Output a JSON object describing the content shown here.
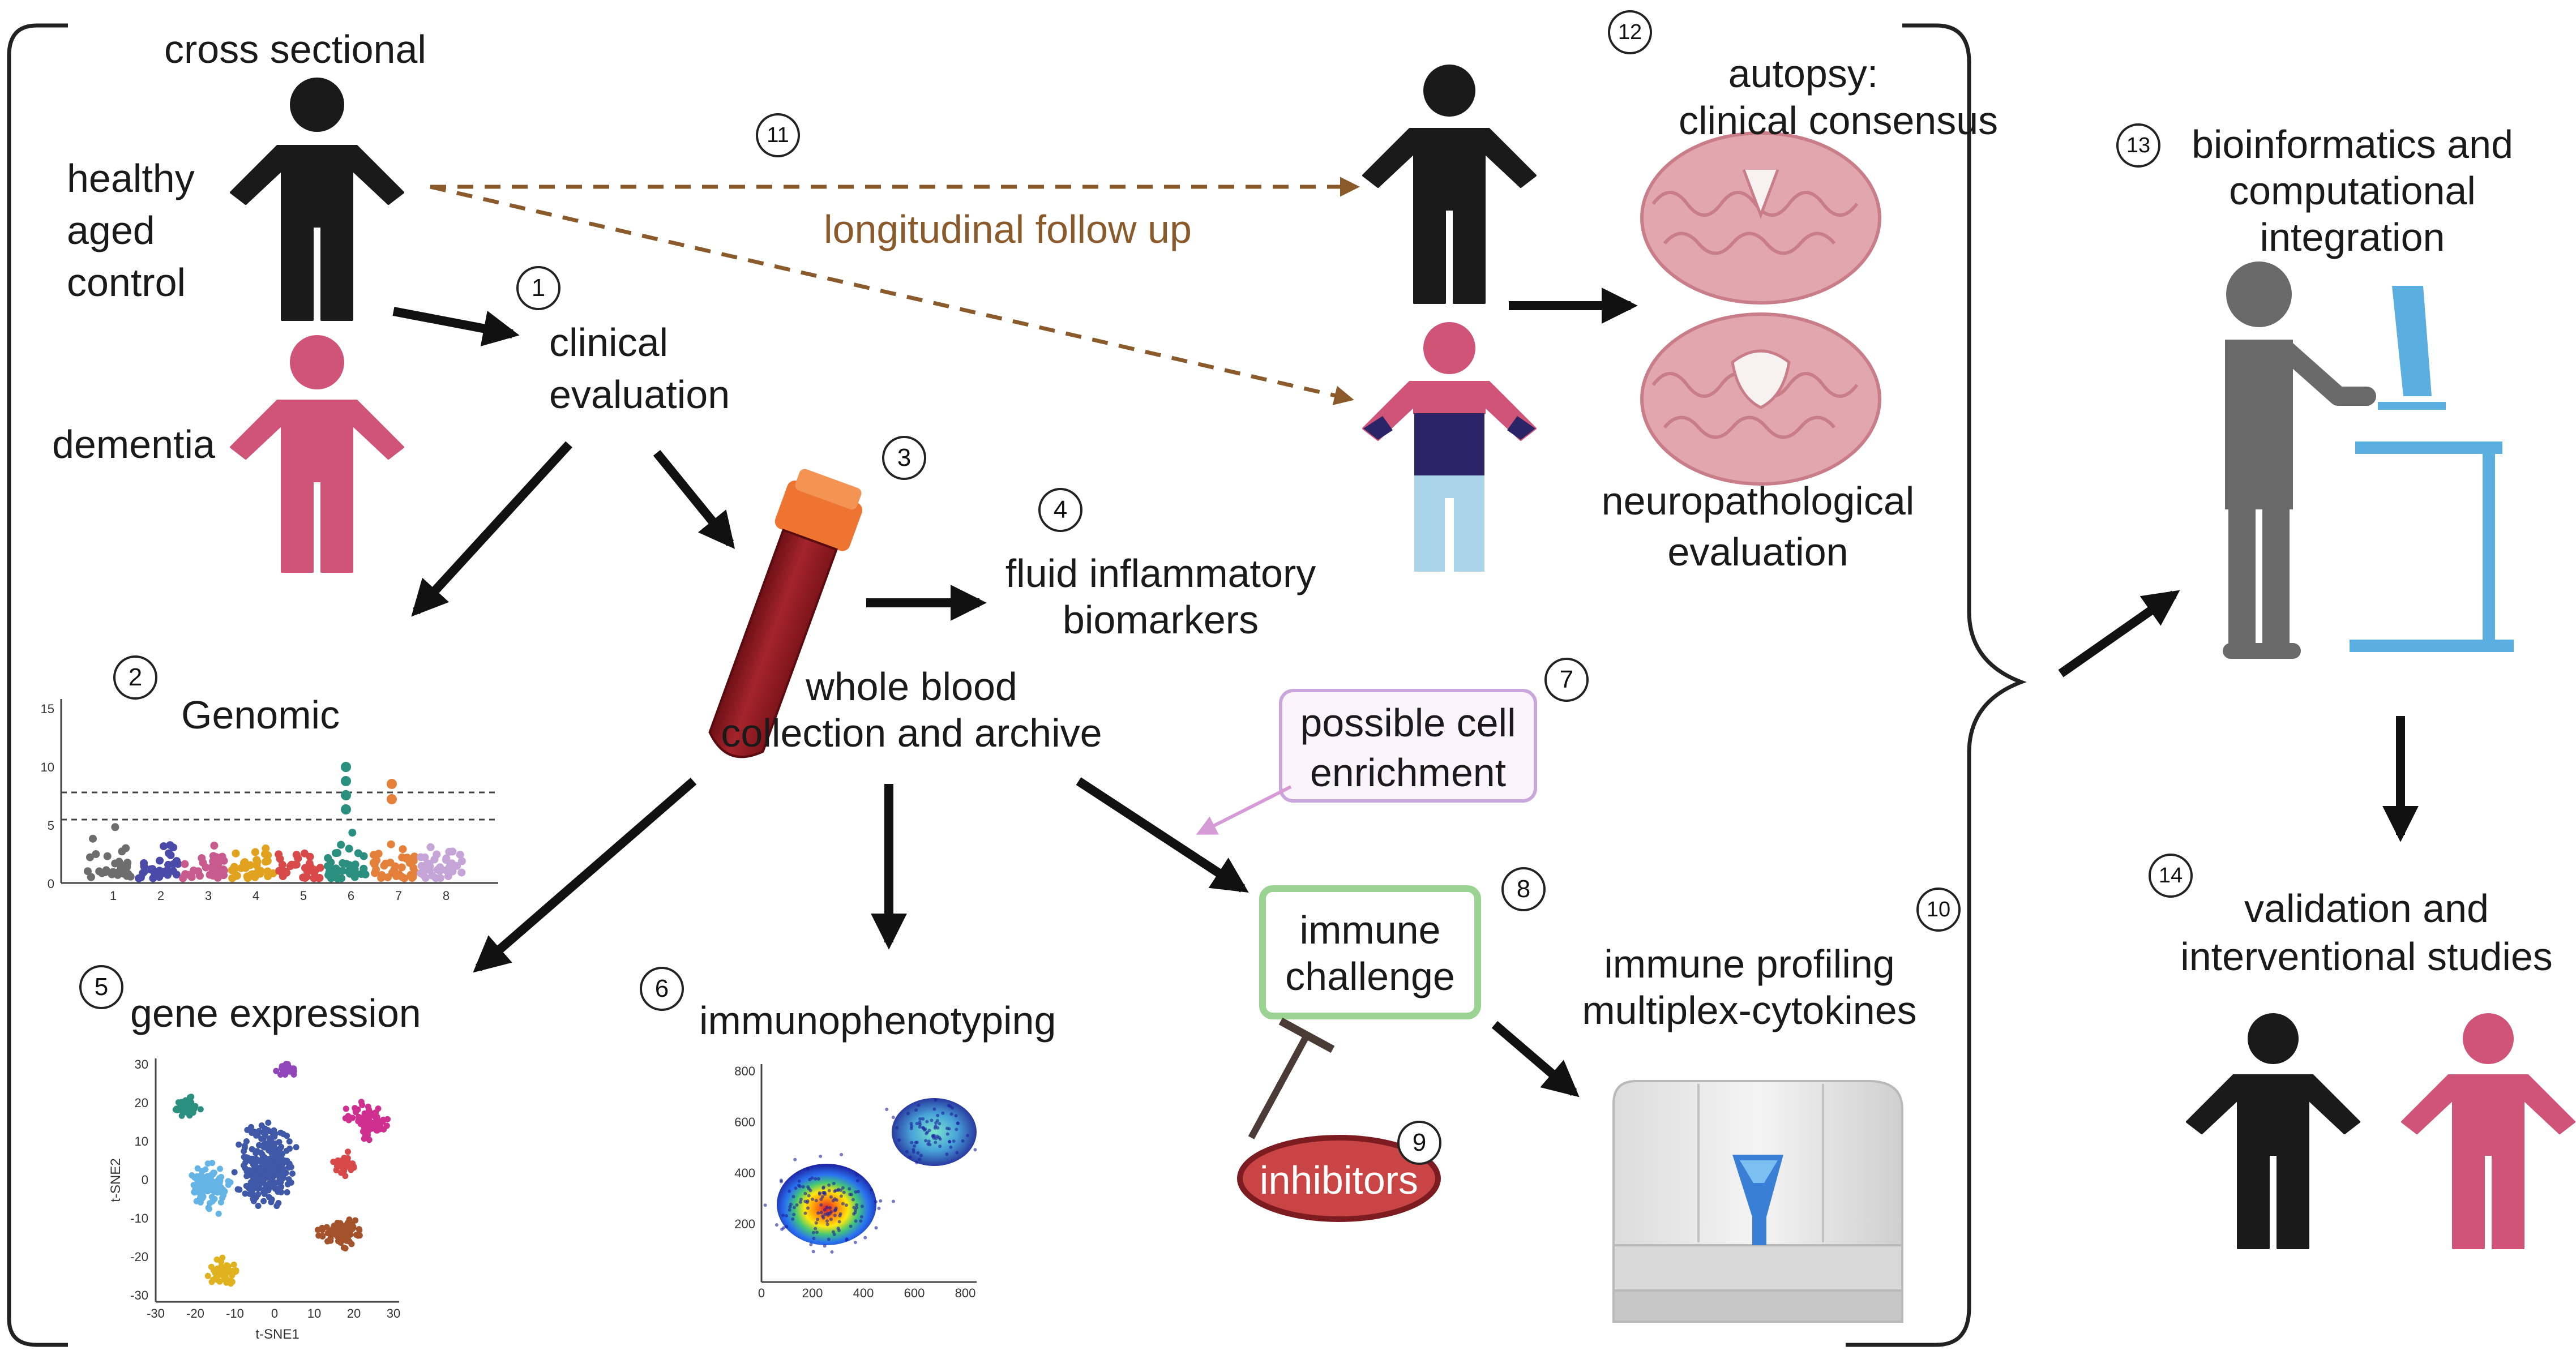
{
  "colors": {
    "control": "#1a1a1a",
    "dementia": "#cf5478",
    "longitudinal": "#8b5a2b",
    "accent_blue": "#5aaee0",
    "navy": "#2b2466",
    "light_blue": "#a9d4ea",
    "brain": "#e2a7ae",
    "tube": "#8e1c22",
    "tube_cap": "#ee7431",
    "inhibitor": "#c84445",
    "immune_box": "#9bd393",
    "enrichment_box": "#c9a6dc",
    "gray_person": "#6a6a6a"
  },
  "labels": {
    "cross_sectional": "cross sectional",
    "healthy": "healthy",
    "aged": "aged",
    "control": "control",
    "dementia": "dementia",
    "clinical_evaluation_1": "clinical",
    "clinical_evaluation_2": "evaluation",
    "longitudinal": "longitudinal follow up",
    "autopsy_1": "autopsy:",
    "autopsy_2": "clinical consensus",
    "neuropath_1": "neuropathological",
    "neuropath_2": "evaluation",
    "bioinfo_1": "bioinformatics and",
    "bioinfo_2": "computational",
    "bioinfo_3": "integration",
    "whole_blood_1": "whole blood",
    "whole_blood_2": "collection and archive",
    "fluid_1": "fluid inflammatory",
    "fluid_2": "biomarkers",
    "genomic": "Genomic",
    "possible_1": "possible cell",
    "possible_2": "enrichment",
    "immune_challenge_1": "immune",
    "immune_challenge_2": "challenge",
    "immune_profiling_1": "immune profiling",
    "immune_profiling_2": "multiplex-cytokines",
    "validation_1": "validation and",
    "validation_2": "interventional studies",
    "gene_expression": "gene expression",
    "immunophenotyping": "immunophenotyping",
    "inhibitors": "inhibitors"
  },
  "step_numbers": {
    "n1": "1",
    "n2": "2",
    "n3": "3",
    "n4": "4",
    "n5": "5",
    "n6": "6",
    "n7": "7",
    "n8": "8",
    "n9": "9",
    "n10": "10",
    "n11": "11",
    "n12": "12",
    "n13": "13",
    "n14": "14"
  },
  "manhattan": {
    "y_ticks": [
      "15",
      "10",
      "5",
      "0"
    ],
    "x_ticks": [
      "1",
      "2",
      "3",
      "4",
      "5",
      "6",
      "7",
      "8"
    ]
  },
  "tsne": {
    "x_label": "t-SNE1",
    "y_label": "t-SNE2",
    "x_ticks": [
      "-30",
      "-20",
      "-10",
      "0",
      "10",
      "20",
      "30"
    ],
    "y_ticks": [
      "30",
      "20",
      "10",
      "0",
      "-10",
      "-20",
      "-30"
    ]
  },
  "flow": {
    "y_ticks": [
      "800",
      "600",
      "400",
      "200"
    ],
    "x_ticks": [
      "0",
      "200",
      "400",
      "600",
      "800"
    ]
  }
}
